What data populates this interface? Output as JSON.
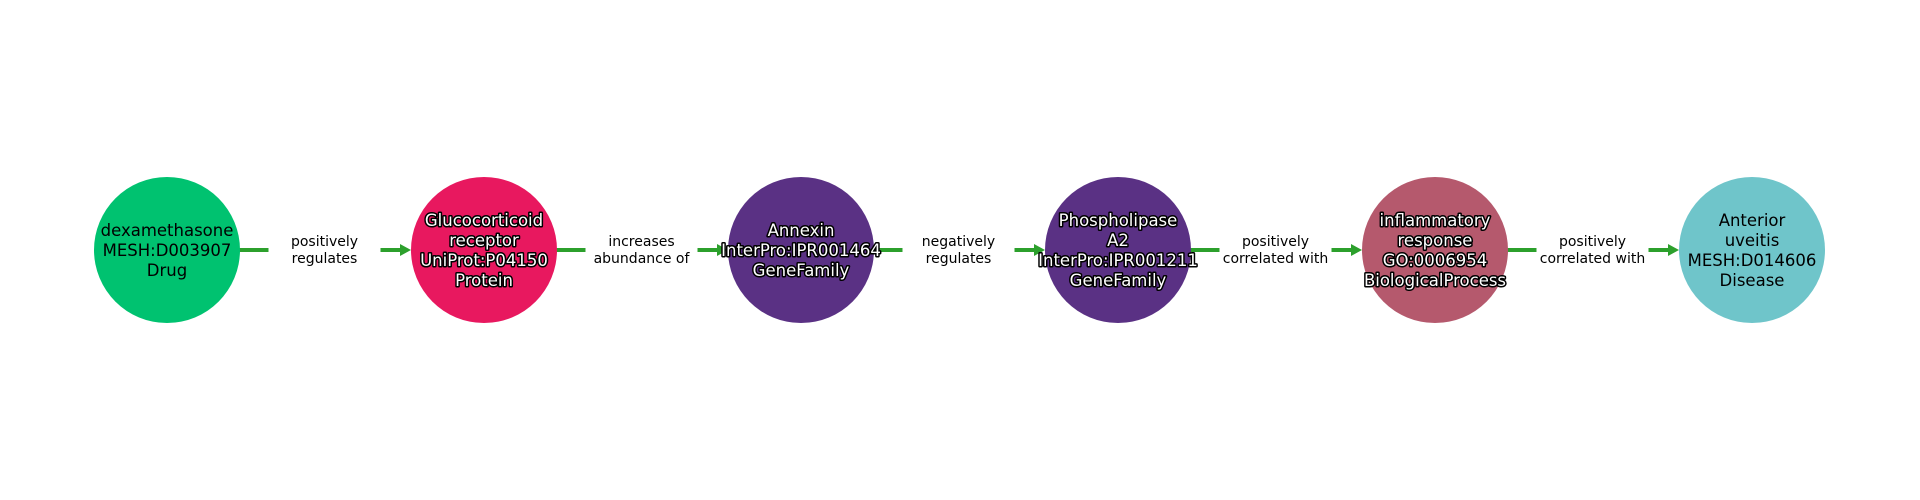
{
  "edge_color": "#2ca02c",
  "nodes": [
    {
      "lines": [
        "dexamethasone",
        "MESH:D003907",
        "Drug"
      ],
      "color": "#00c270",
      "outlined": false
    },
    {
      "lines": [
        "Glucocorticoid",
        "receptor",
        "UniProt:P04150",
        "Protein"
      ],
      "color": "#e8185f",
      "outlined": true
    },
    {
      "lines": [
        "Annexin",
        "InterPro:IPR001464",
        "GeneFamily"
      ],
      "color": "#5a3184",
      "outlined": true
    },
    {
      "lines": [
        "Phospholipase",
        "A2",
        "InterPro:IPR001211",
        "GeneFamily"
      ],
      "color": "#5a3184",
      "outlined": true
    },
    {
      "lines": [
        "inflammatory",
        "response",
        "GO:0006954",
        "BiologicalProcess"
      ],
      "color": "#b5596d",
      "outlined": true
    },
    {
      "lines": [
        "Anterior",
        "uveitis",
        "MESH:D014606",
        "Disease"
      ],
      "color": "#6fc5ca",
      "outlined": false
    }
  ],
  "edges": [
    {
      "from": 0,
      "to": 1,
      "lines": [
        "positively",
        "regulates"
      ]
    },
    {
      "from": 1,
      "to": 2,
      "lines": [
        "increases",
        "abundance of"
      ]
    },
    {
      "from": 2,
      "to": 3,
      "lines": [
        "negatively",
        "regulates"
      ]
    },
    {
      "from": 3,
      "to": 4,
      "lines": [
        "positively",
        "correlated with"
      ]
    },
    {
      "from": 4,
      "to": 5,
      "lines": [
        "positively",
        "correlated with"
      ]
    }
  ]
}
